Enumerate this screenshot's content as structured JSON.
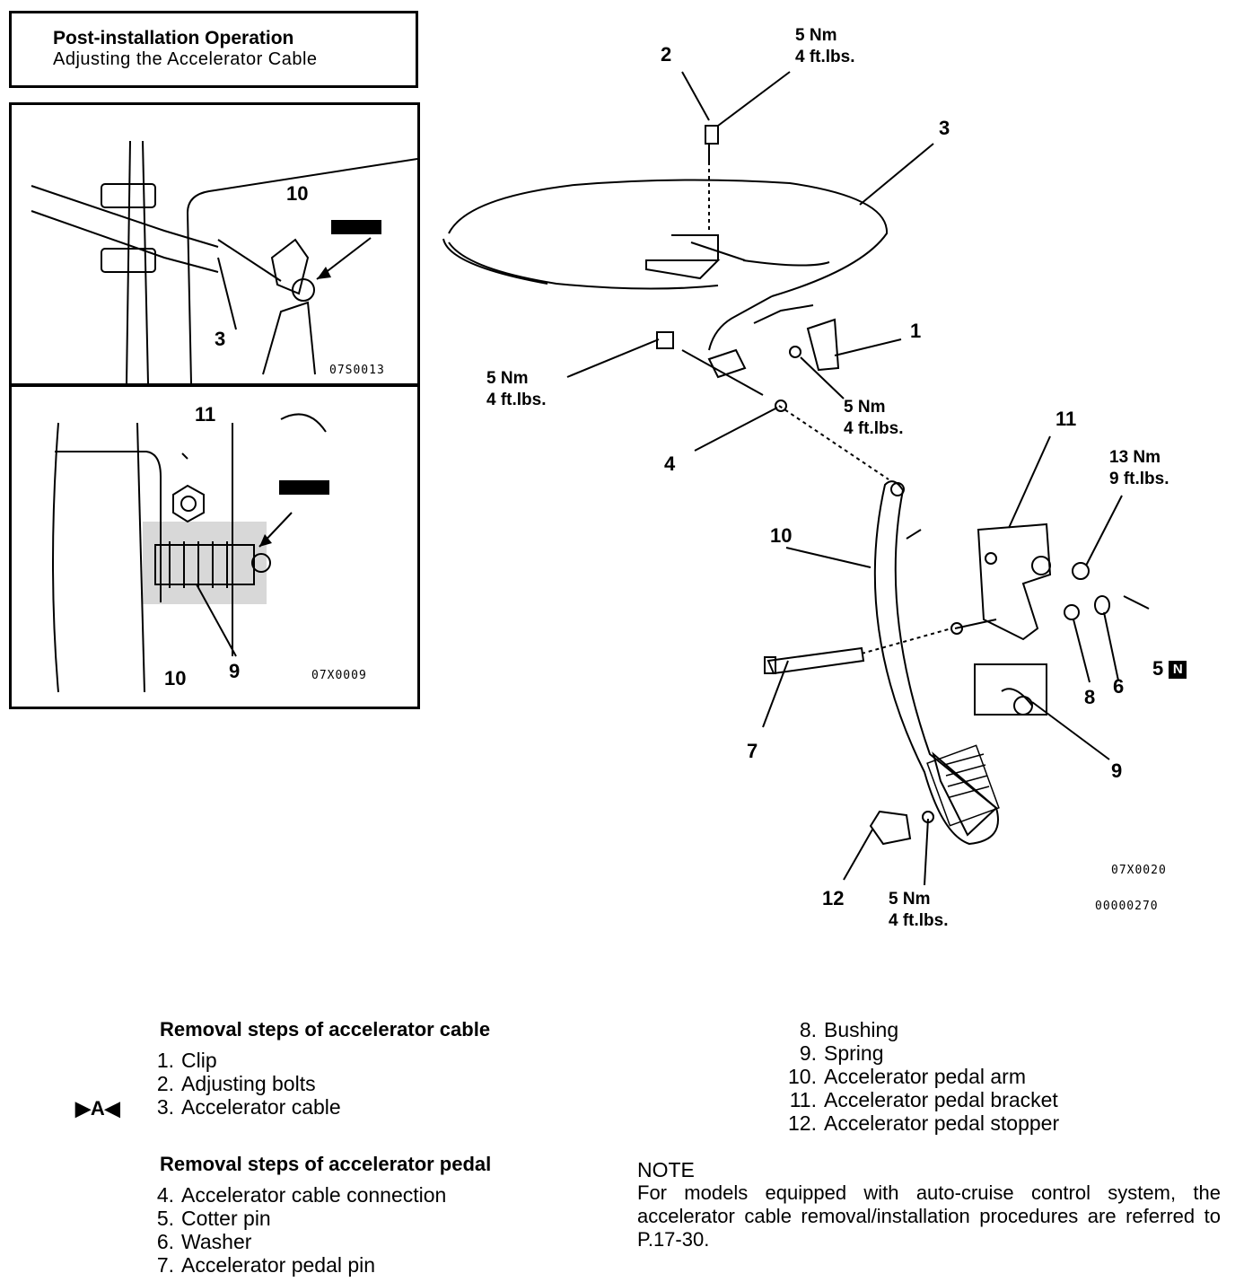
{
  "header": {
    "title": "Post-installation Operation",
    "subtitle": "Adjusting the Accelerator Cable"
  },
  "inset_top": {
    "labels": [
      "10",
      "3"
    ],
    "code": "07S0013"
  },
  "inset_bottom": {
    "labels": [
      "11",
      "10",
      "9"
    ],
    "code": "07X0009"
  },
  "main": {
    "labels": {
      "l1": "1",
      "l2": "2",
      "l3": "3",
      "l4": "4",
      "l5": "5",
      "l6": "6",
      "l7": "7",
      "l8": "8",
      "l9": "9",
      "l10": "10",
      "l11": "11",
      "l12": "12"
    },
    "n_badge": "N",
    "torques": {
      "t_bolt": [
        "5 Nm",
        "4 ft.lbs."
      ],
      "t_left": [
        "5 Nm",
        "4 ft.lbs."
      ],
      "t_clip": [
        "5 Nm",
        "4 ft.lbs."
      ],
      "t_nut": [
        "13  Nm",
        "9 ft.lbs."
      ],
      "t_stopper": [
        "5 Nm",
        "4 ft.lbs."
      ]
    },
    "codes": [
      "07X0020",
      "00000270"
    ]
  },
  "legend": {
    "cable_heading": "Removal steps of accelerator cable",
    "cable_steps": [
      {
        "num": "1.",
        "text": "Clip"
      },
      {
        "num": "2.",
        "text": "Adjusting  bolts"
      },
      {
        "num": "3.",
        "text": "Accelerator  cable"
      }
    ],
    "marker": "▶A◀",
    "pedal_heading": "Removal steps of accelerator pedal",
    "pedal_steps": [
      {
        "num": "4.",
        "text": "Accelerator  cable  connection"
      },
      {
        "num": "5.",
        "text": "Cotter  pin"
      },
      {
        "num": "6.",
        "text": "Washer"
      },
      {
        "num": "7.",
        "text": "Accelerator  pedal  pin"
      }
    ],
    "more_steps": [
      {
        "num": "8.",
        "text": "Bushing"
      },
      {
        "num": "9.",
        "text": "Spring"
      },
      {
        "num": "10.",
        "text": "Accelerator  pedal  arm"
      },
      {
        "num": "11.",
        "text": "Accelerator  pedal  bracket"
      },
      {
        "num": "12.",
        "text": "Accelerator  pedal  stopper"
      }
    ]
  },
  "note": {
    "heading": "NOTE",
    "text": "For models equipped with auto-cruise control system, the accelerator  cable  removal/installation  procedures  are referred to P.17-30."
  }
}
